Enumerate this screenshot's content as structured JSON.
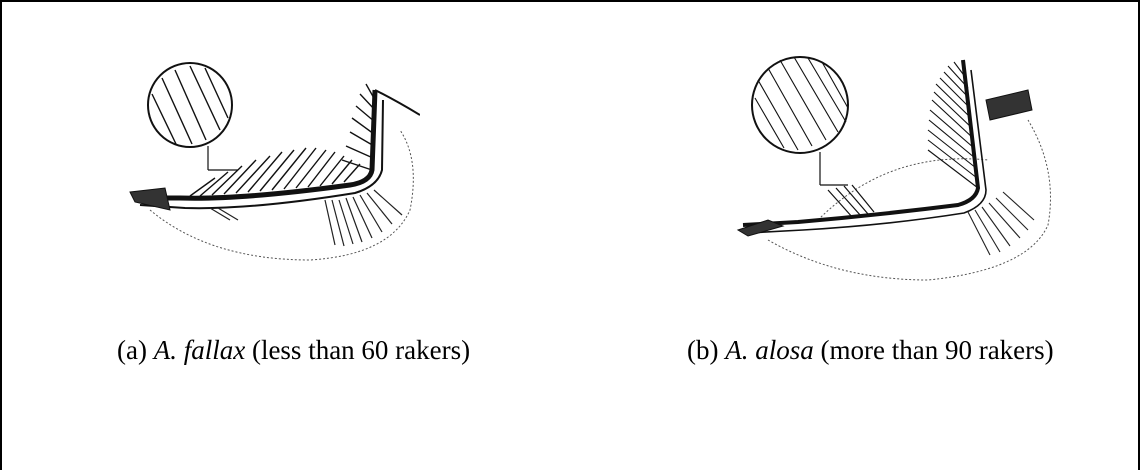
{
  "figure": {
    "panel_a": {
      "label": "(a)",
      "species": "A. fallax",
      "description": "(less than 60 rakers)"
    },
    "panel_b": {
      "label": "(b)",
      "species": "A. alosa",
      "description": "(more than 90 rakers)"
    }
  }
}
